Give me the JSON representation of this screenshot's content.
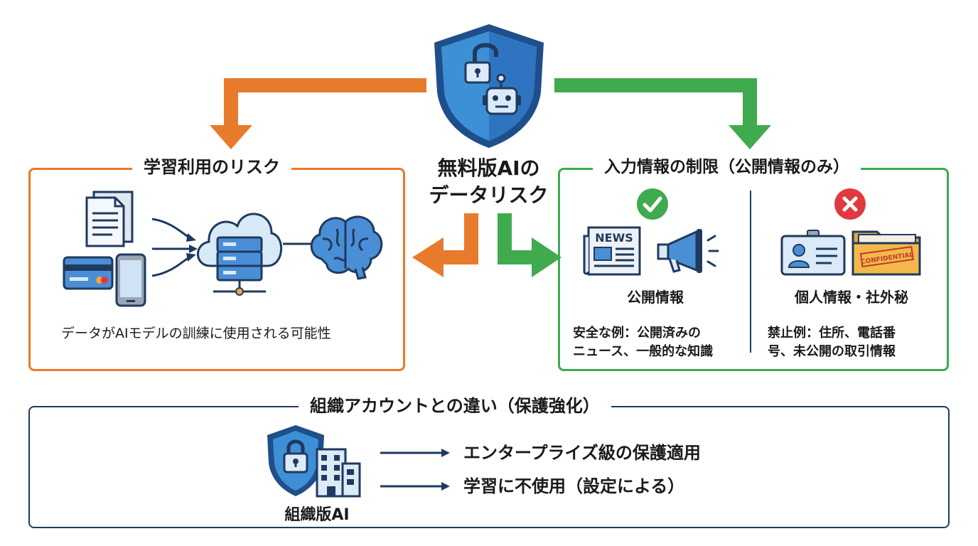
{
  "center": {
    "title_line1": "無料版AIの",
    "title_line2": "データリスク"
  },
  "left_panel": {
    "title": "学習利用のリスク",
    "caption": "データがAIモデルの訓練に使用される可能性"
  },
  "right_panel": {
    "title": "入力情報の制限（公開情報のみ）",
    "allowed": {
      "label": "公開情報",
      "newspaper_text": "NEWS",
      "example_line1": "安全な例：公開済みの",
      "example_line2": "ニュース、一般的な知識"
    },
    "forbidden": {
      "label": "個人情報・社外秘",
      "stamp_text": "CONFIDENTIAL",
      "example_line1": "禁止例：住所、電話番",
      "example_line2": "号、未公開の取引情報"
    }
  },
  "bottom_panel": {
    "title": "組織アカウントとの違い（保護強化）",
    "org_label": "組織版AI",
    "features": [
      "エンタープライズ級の保護適用",
      "学習に不使用（設定による）"
    ]
  },
  "colors": {
    "orange": "#e87a2b",
    "green": "#3faa4e",
    "navy": "#1f3a5f",
    "blue": "#2f7cc4",
    "red": "#e0393e"
  }
}
